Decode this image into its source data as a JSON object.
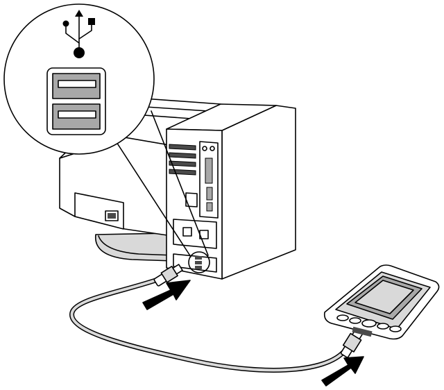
{
  "figure": {
    "caption": "",
    "components": [
      {
        "name": "usb-symbol-icon"
      },
      {
        "name": "usb-ports-magnifier"
      },
      {
        "name": "crt-monitor"
      },
      {
        "name": "desktop-tower"
      },
      {
        "name": "usb-cable"
      },
      {
        "name": "handheld-device"
      },
      {
        "name": "insert-arrow-computer"
      },
      {
        "name": "insert-arrow-handheld"
      }
    ],
    "colors": {
      "outline": "#000000",
      "light_fill": "#ffffff",
      "mid_gray": "#a8a8a8",
      "light_gray": "#d9d9d9",
      "dark_gray": "#4a4a4a"
    }
  }
}
